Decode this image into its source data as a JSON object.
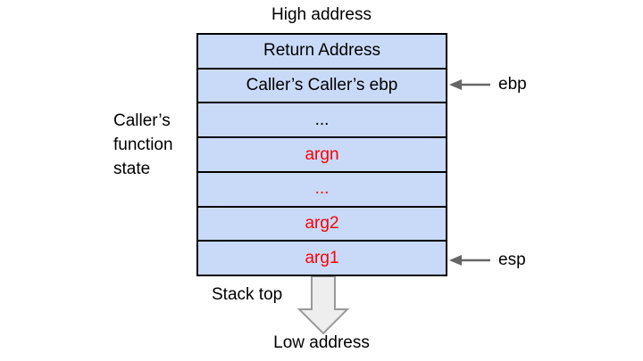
{
  "labels": {
    "high_address": "High address",
    "low_address": "Low address",
    "stack_top": "Stack top",
    "caller_state_lines": [
      "Caller’s",
      "function",
      "state"
    ],
    "ebp": "ebp",
    "esp": "esp"
  },
  "stack": {
    "rows": [
      {
        "label": "Return Address",
        "color": "black"
      },
      {
        "label": "Caller’s Caller’s ebp",
        "color": "black"
      },
      {
        "label": "...",
        "color": "black"
      },
      {
        "label": "argn",
        "color": "red"
      },
      {
        "label": "...",
        "color": "red"
      },
      {
        "label": "arg2",
        "color": "red"
      },
      {
        "label": "arg1",
        "color": "red"
      }
    ]
  },
  "colors": {
    "row_fill": "#c9daf8",
    "row_border": "#000000",
    "red_text": "#ff0000",
    "black_text": "#000000",
    "pointer_arrow": "#666666",
    "block_arrow_fill": "#eeeeee",
    "block_arrow_stroke": "#999999"
  }
}
